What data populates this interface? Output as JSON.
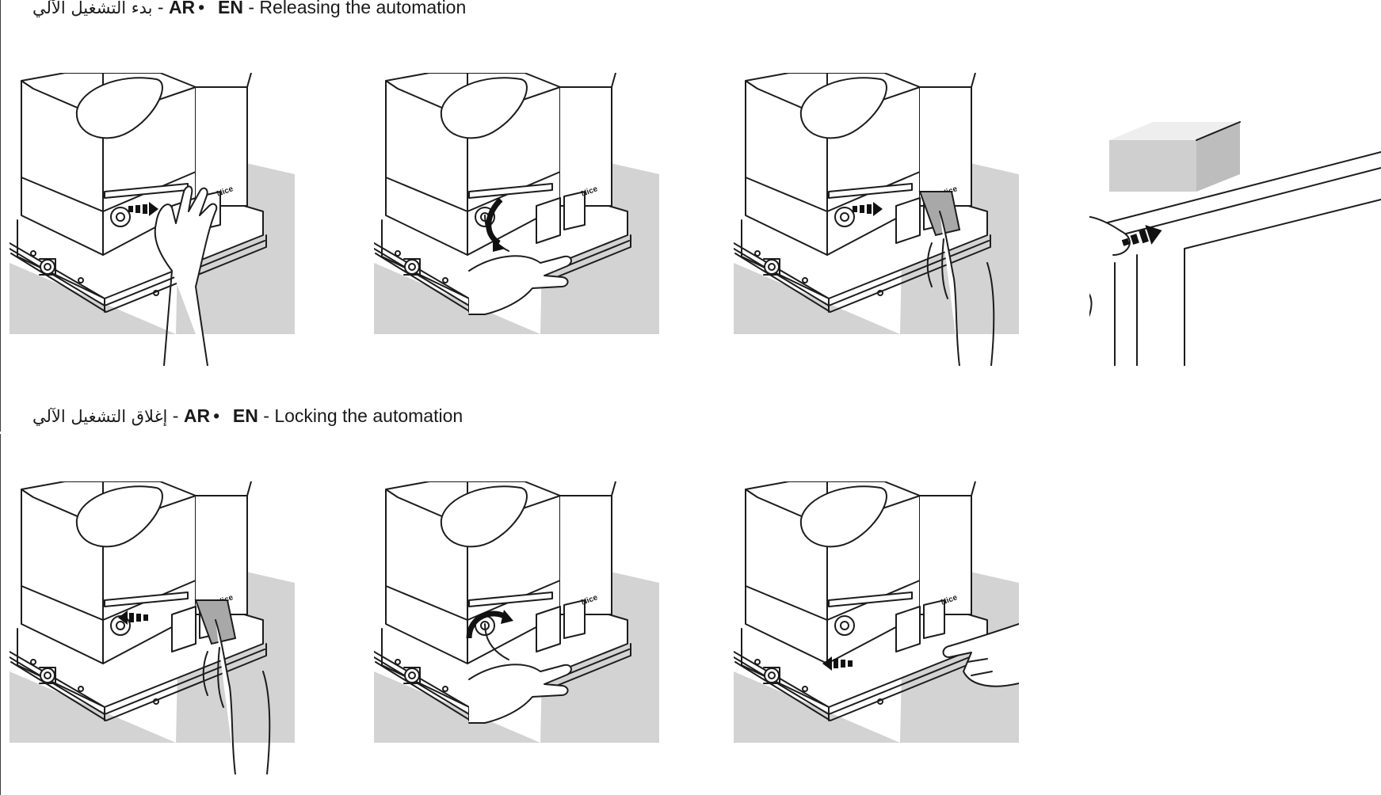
{
  "sections": {
    "release": {
      "ar_text": "بدء التشغيل الآلي",
      "sep1": " - ",
      "ar_code": "AR",
      "bullet": "•",
      "en_code": "EN",
      "sep2": " - ",
      "en_text": "Releasing the automation"
    },
    "lock": {
      "ar_text": "إغلاق التشغيل الآلي",
      "sep1": " - ",
      "ar_code": "AR",
      "bullet": "•",
      "en_code": "EN",
      "sep2": " - ",
      "en_text": "Locking the automation"
    }
  },
  "label_brand": "Nice",
  "figures": {
    "release": [
      "hand-on-lock-cover",
      "rotate-key-down",
      "pull-lever-right",
      "push-gate-manually"
    ],
    "lock": [
      "push-lever-left",
      "rotate-key-up",
      "press-lock-left"
    ]
  },
  "colors": {
    "floor": "#d3d3d3",
    "line": "#1c1c1c",
    "arrow": "#111111"
  }
}
